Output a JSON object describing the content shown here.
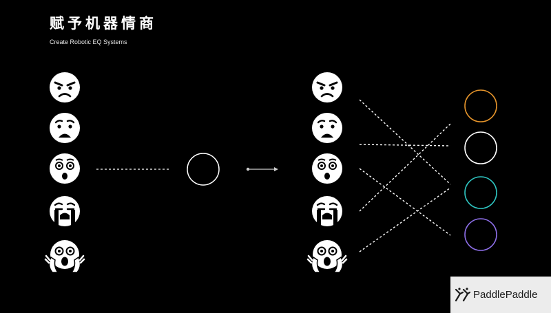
{
  "header": {
    "title": "赋予机器情商",
    "subtitle": "Create Robotic EQ Systems"
  },
  "diagram": {
    "emotion_icons": [
      "angry-face-icon",
      "worried-face-icon",
      "surprised-face-icon",
      "crying-face-icon",
      "screaming-face-icon"
    ],
    "output_circle_colors": [
      "#e5942b",
      "#ffffff",
      "#2ec4c0",
      "#8c6ee6"
    ],
    "arrow_color": "#cccccc",
    "line_color": "#ffffff"
  },
  "watermark": {
    "text": "PaddlePaddle"
  }
}
